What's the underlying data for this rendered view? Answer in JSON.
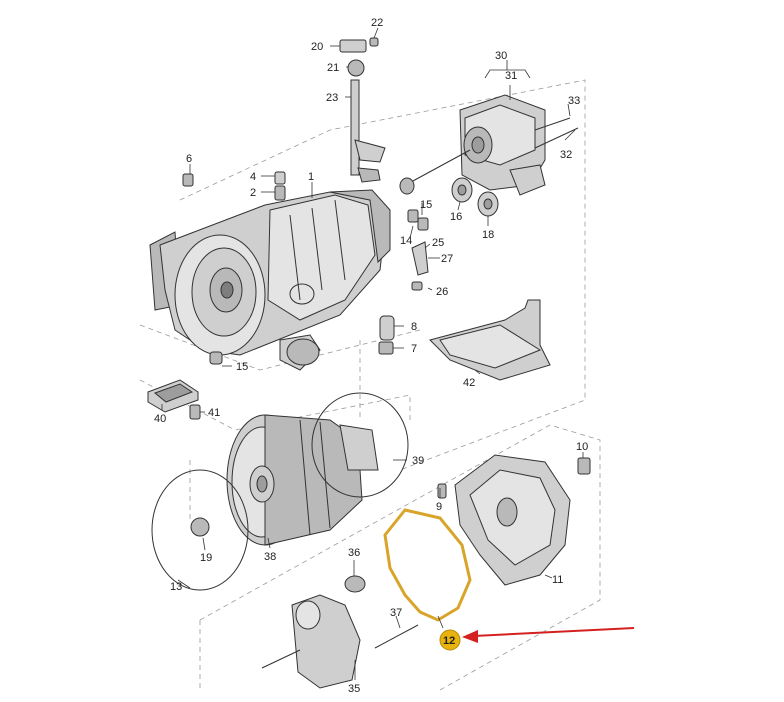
{
  "callouts": {
    "p1": "1",
    "p2": "2",
    "p4": "4",
    "p6": "6",
    "p7": "7",
    "p8": "8",
    "p9": "9",
    "p10": "10",
    "p11": "11",
    "p12": "12",
    "p13": "13",
    "p14": "14",
    "p15a": "15",
    "p15b": "15",
    "p16": "16",
    "p18": "18",
    "p19": "19",
    "p20": "20",
    "p21": "21",
    "p22": "22",
    "p23": "23",
    "p25": "25",
    "p26": "26",
    "p27": "27",
    "p30": "30",
    "p31": "31",
    "p32": "32",
    "p33": "33",
    "p35": "35",
    "p36": "36",
    "p37": "37",
    "p38": "38",
    "p39": "39",
    "p40": "40",
    "p41": "41",
    "p42": "42"
  },
  "highlight": {
    "part": "12",
    "badge_color": "#e8b30d",
    "gasket_color": "#d9a42a",
    "arrow_color": "#d42020"
  }
}
